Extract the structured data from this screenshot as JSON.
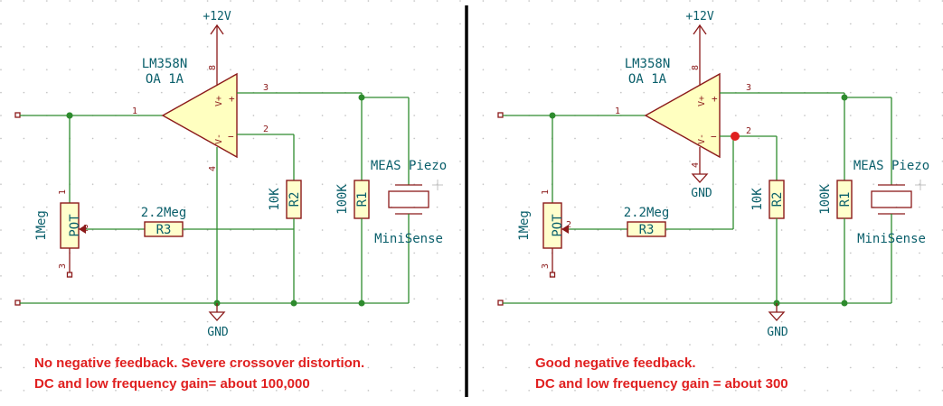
{
  "colors": {
    "wire": "#2e8b2e",
    "component": "#8b1a1a",
    "component_fill": "#ffffcc",
    "label_text": "#0a5f6b",
    "caption_text": "#e02020",
    "probe_marker": "#e02020"
  },
  "left": {
    "power_label": "+12V",
    "gnd_label": "GND",
    "opamp": {
      "part": "LM358N",
      "unit": "OA 1A",
      "vplus": "V+",
      "vminus": "V-",
      "plus": "+",
      "minus": "−",
      "pin1": "1",
      "pin2": "2",
      "pin3": "3",
      "pin4": "4",
      "pin8": "8"
    },
    "pot": {
      "ref": "POT",
      "value": "1Meg",
      "pin1": "1",
      "pin2": "2",
      "pin3": "3"
    },
    "r3": {
      "ref": "R3",
      "value": "2.2Meg"
    },
    "r2": {
      "ref": "R2",
      "value": "10K"
    },
    "r1": {
      "ref": "R1",
      "value": "100K"
    },
    "piezo": {
      "ref": "MEAS Piezo",
      "value": "MiniSense"
    },
    "caption_line1": "No negative feedback. Severe crossover distortion.",
    "caption_line2": "DC and low frequency gain= about 100,000"
  },
  "right": {
    "power_label": "+12V",
    "gnd_label": "GND",
    "gnd_label_opamp": "GND",
    "opamp": {
      "part": "LM358N",
      "unit": "OA 1A",
      "vplus": "V+",
      "vminus": "V-",
      "plus": "+",
      "minus": "−",
      "pin1": "1",
      "pin2": "2",
      "pin3": "3",
      "pin4": "4",
      "pin8": "8"
    },
    "pot": {
      "ref": "POT",
      "value": "1Meg",
      "pin1": "1",
      "pin2": "2",
      "pin3": "3"
    },
    "r3": {
      "ref": "R3",
      "value": "2.2Meg"
    },
    "r2": {
      "ref": "R2",
      "value": "10K"
    },
    "r1": {
      "ref": "R1",
      "value": "100K"
    },
    "piezo": {
      "ref": "MEAS Piezo",
      "value": "MiniSense"
    },
    "caption_line1": "Good negative feedback.",
    "caption_line2": "DC and low frequency gain = about 300"
  }
}
